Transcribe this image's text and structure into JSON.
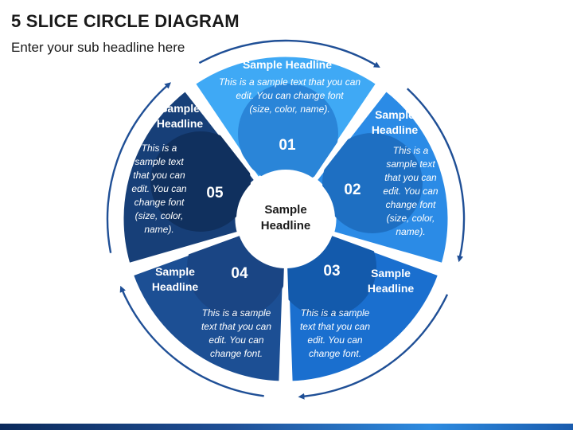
{
  "header": {
    "title": "5 SLICE CIRCLE DIAGRAM",
    "subtitle": "Enter your sub headline here"
  },
  "center": {
    "line1": "Sample",
    "line2": "Headline"
  },
  "slices": [
    {
      "number": "01",
      "color": "#3fa9f5",
      "circle_color": "#2a85d8",
      "headline": [
        "Sample Headline"
      ],
      "body": [
        "This is a sample text that you can",
        "edit. You can change font",
        "(size, color, name)."
      ]
    },
    {
      "number": "02",
      "color": "#2b8be6",
      "circle_color": "#1e6fc2",
      "headline": [
        "Sample",
        "Headline"
      ],
      "body": [
        "This is a",
        "sample text",
        "that you can",
        "edit. You can",
        "change font",
        "(size, color,",
        "name)."
      ]
    },
    {
      "number": "03",
      "color": "#1a6fcf",
      "circle_color": "#135aac",
      "headline": [
        "Sample",
        "Headline"
      ],
      "body": [
        "This is a sample",
        "text that you can",
        "edit. You can",
        "change font."
      ]
    },
    {
      "number": "04",
      "color": "#1c4f94",
      "circle_color": "#1a4584",
      "headline": [
        "Sample",
        "Headline"
      ],
      "body": [
        "This is a sample",
        "text that you can",
        "edit. You can",
        "change font."
      ]
    },
    {
      "number": "05",
      "color": "#173f78",
      "circle_color": "#10305e",
      "headline": [
        "Sample",
        "Headline"
      ],
      "body": [
        "This is a",
        "sample text",
        "that you can",
        "edit. You can",
        "change font",
        "(size, color,",
        "name)."
      ]
    }
  ],
  "colors": {
    "outer_arrow": "#1f4f96",
    "accent": "#2d8be0"
  }
}
